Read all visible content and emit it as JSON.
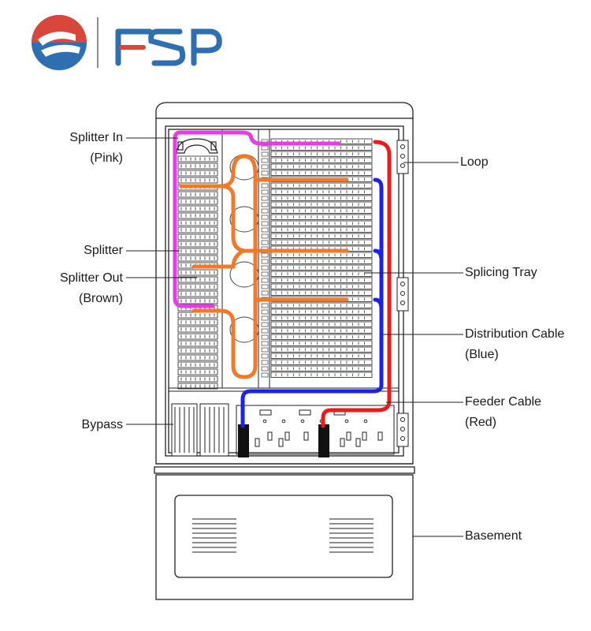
{
  "brand": {
    "logo_text": "FSP",
    "colors": {
      "logo_red": "#d9473c",
      "logo_blue": "#2d6fb0",
      "logo_dark": "#3b4a5a"
    }
  },
  "labels": {
    "splitter_in": {
      "line1": "Splitter In",
      "line2": "(Pink)"
    },
    "splitter": "Splitter",
    "splitter_out": {
      "line1": "Splitter Out",
      "line2": "(Brown)"
    },
    "bypass": "Bypass",
    "loop": "Loop",
    "splicing_tray": "Splicing Tray",
    "distribution_cable": {
      "line1": "Distribution Cable",
      "line2": "(Blue)"
    },
    "feeder_cable": {
      "line1": "Feeder Cable",
      "line2": "(Red)"
    },
    "basement": "Basement"
  },
  "cable_colors": {
    "pink": "#e63ce6",
    "brown": "#f07a2a",
    "blue": "#1a22ee",
    "red": "#f01818",
    "outline": "#222222"
  }
}
